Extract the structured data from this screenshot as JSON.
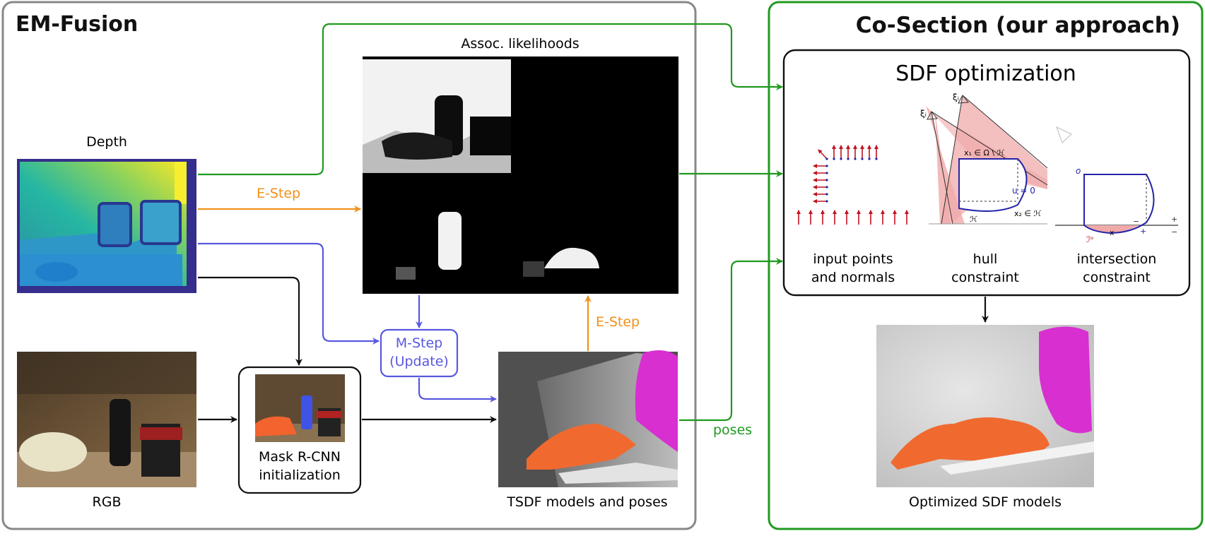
{
  "colors": {
    "green": "#1f9a1f",
    "orange": "#f0901a",
    "blue": "#5858e0",
    "gray_frame": "#888888",
    "salmon": "#f0a9a9",
    "red_arrow": "#c1121f",
    "navy": "#2424a8",
    "magenta": "#d82fd0",
    "orange_model": "#f06a30"
  },
  "left_panel": {
    "title": "EM-Fusion",
    "depth_label": "Depth",
    "rgb_label": "RGB",
    "assoc_label": "Assoc.  likelihoods",
    "estep_top": "E-Step",
    "estep_right": "E-Step",
    "mstep_line1": "M-Step",
    "mstep_line2": "(Update)",
    "maskrcnn_line1": "Mask R-CNN",
    "maskrcnn_line2": "initialization",
    "tsdf_label": "TSDF models and poses"
  },
  "poses_label": "poses",
  "right_panel": {
    "title": "Co-Section (our approach)",
    "sdf_title": "SDF optimization",
    "constraints": [
      {
        "line1": "input points",
        "line2": "and normals"
      },
      {
        "line1": "hull",
        "line2": "constraint"
      },
      {
        "line1": "intersection",
        "line2": "constraint"
      }
    ],
    "hull_math": {
      "xi_a": "ξᵢ",
      "xi_b": "ξᵢ",
      "x1": "x₁ ∈ Ω \\ ℋ",
      "x2": "x₂ ∈ ℋ",
      "u0": "u = 0",
      "H": "ℋ"
    },
    "inter_math": {
      "o": "o",
      "x": "x",
      "I": "ℐᵒ",
      "plus": "+",
      "minus": "−"
    },
    "optimized_label": "Optimized SDF models"
  }
}
